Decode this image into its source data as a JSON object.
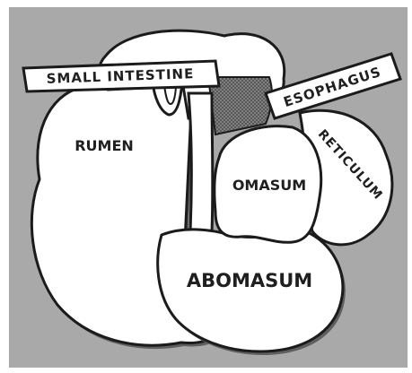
{
  "colors": {
    "background": "#a9a9a9",
    "organ_fill": "#ffffff",
    "outline": "#1b1b1b",
    "shading": "#6e6e6e",
    "label_text": "#1f1f1f",
    "frame": "#ffffff"
  },
  "labels": {
    "small_intestine": "SMALL INTESTINE",
    "esophagus": "ESOPHAGUS",
    "rumen": "RUMEN",
    "reticulum": "RETICULUM",
    "omasum": "OMASUM",
    "abomasum": "ABOMASUM"
  }
}
